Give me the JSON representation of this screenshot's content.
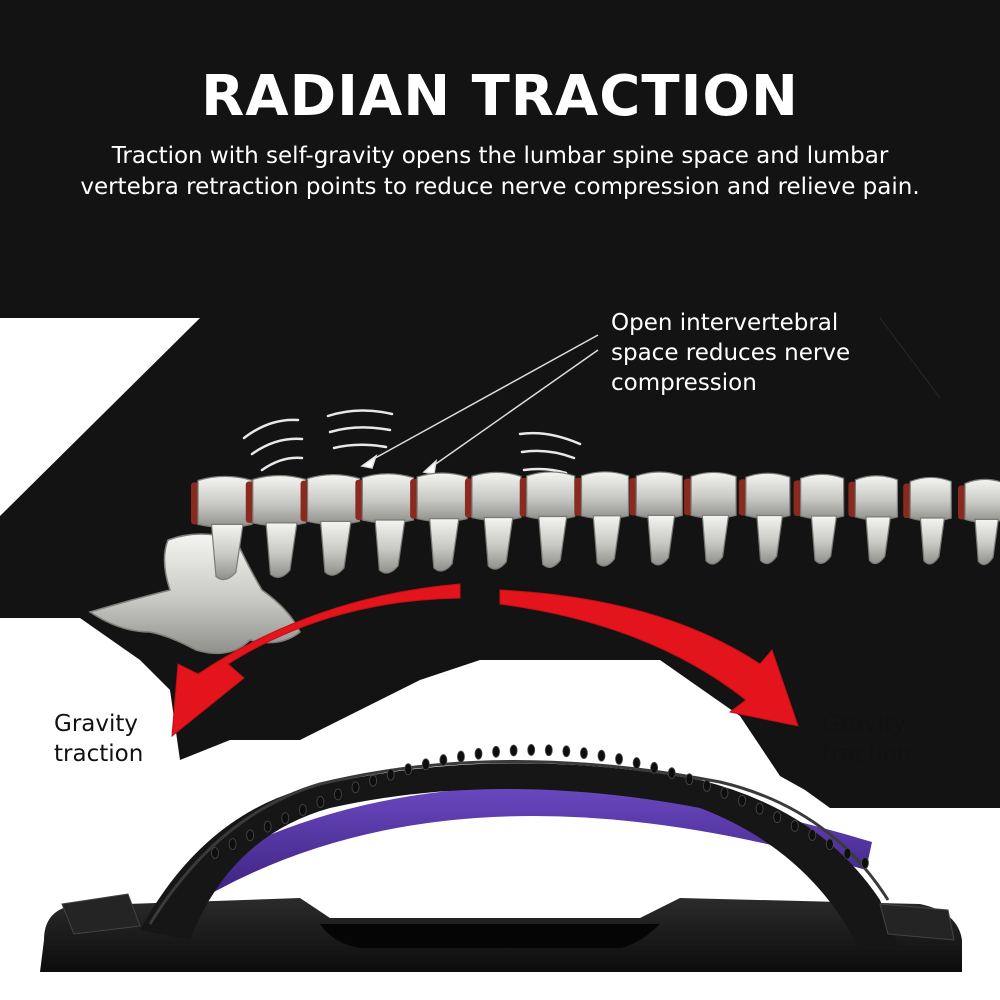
{
  "header": {
    "title": "RADIAN TRACTION",
    "subtitle": "Traction with self-gravity opens the lumbar spine space and lumbar vertebra retraction points to reduce nerve compression and relieve pain."
  },
  "callout": {
    "line1": "Open intervertebral",
    "line2": "space reduces nerve",
    "line3": "compression"
  },
  "gravity_left": {
    "line1": "Gravity",
    "line2": "traction"
  },
  "gravity_right": {
    "line1": "Gravity",
    "line2": "traction"
  },
  "colors": {
    "background_dark": "#131313",
    "background_light": "#ffffff",
    "arrow_red": "#e3141b",
    "device_purple": "#5b3aa8",
    "device_black": "#1a1a1a",
    "vertebra": "#c9c9c6",
    "disc": "#8a2a1e"
  }
}
